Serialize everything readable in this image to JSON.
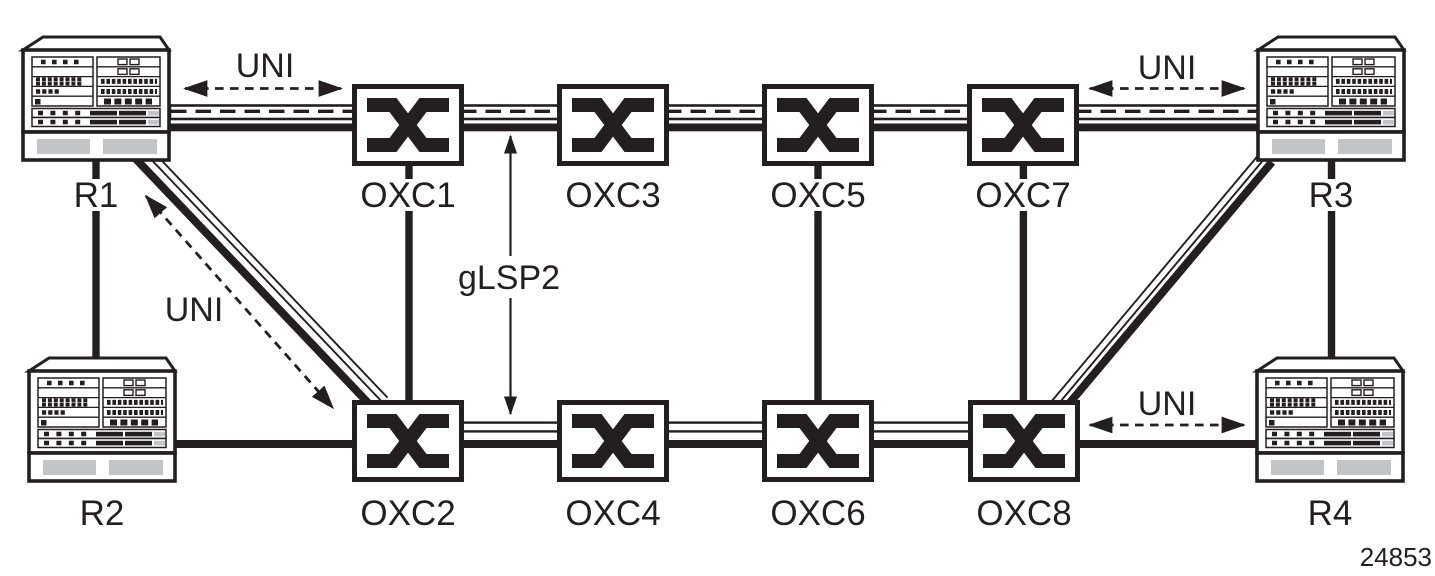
{
  "figure": {
    "number": "24853",
    "background": "#ffffff",
    "ink": "#231f20",
    "chassis_gray": "#c3c4c6"
  },
  "labels": {
    "uni": "UNI",
    "glsp": "gLSP2"
  },
  "nodes": {
    "routers": [
      {
        "label": "R1"
      },
      {
        "label": "R2"
      },
      {
        "label": "R3"
      },
      {
        "label": "R4"
      }
    ],
    "oxcs": [
      {
        "label": "OXC1"
      },
      {
        "label": "OXC2"
      },
      {
        "label": "OXC3"
      },
      {
        "label": "OXC4"
      },
      {
        "label": "OXC5"
      },
      {
        "label": "OXC6"
      },
      {
        "label": "OXC7"
      },
      {
        "label": "OXC8"
      }
    ]
  },
  "links": {
    "physical": [
      "R1-OXC1",
      "OXC1-OXC3",
      "OXC3-OXC5",
      "OXC5-OXC7",
      "OXC7-R3",
      "R1-OXC2",
      "R2-OXC2",
      "OXC2-OXC4",
      "OXC4-OXC6",
      "OXC6-OXC8",
      "OXC8-R3",
      "OXC8-R4",
      "R1-R2",
      "R3-R4",
      "OXC1-OXC2",
      "OXC5-OXC6",
      "OXC7-OXC8"
    ],
    "uni_interfaces": [
      "R1-OXC1",
      "R1-OXC2",
      "OXC7-R3",
      "OXC8-R4"
    ],
    "glsp2_annotation": {
      "label": "gLSP2",
      "points_between": [
        "top optical path (OXC1-OXC3 link)",
        "bottom optical path (OXC2-OXC4 link)"
      ]
    }
  }
}
